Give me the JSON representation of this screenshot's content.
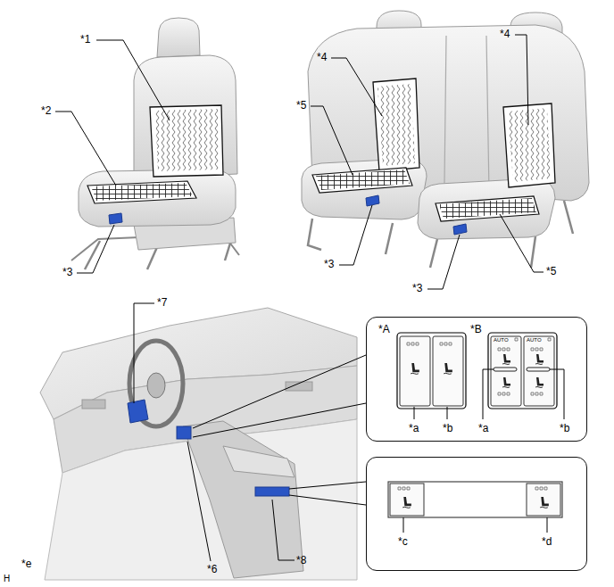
{
  "diagram": {
    "nodes": [
      {
        "text": [
          "*A",
          "*B",
          "AUTO",
          "AUTO",
          "*a",
          "*b",
          "*a",
          "*b"
        ]
      },
      {
        "text": [
          "*c",
          "*d"
        ]
      }
    ],
    "labels": [
      "*1",
      "*2",
      "*3",
      "*4",
      "*4",
      "*5",
      "*3",
      "*3",
      "*5",
      "*7",
      "*6",
      "*8",
      "*e",
      "H"
    ]
  }
}
